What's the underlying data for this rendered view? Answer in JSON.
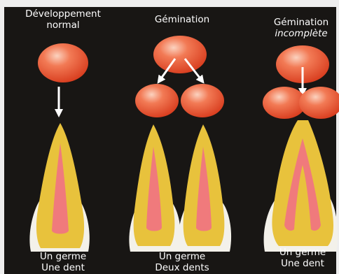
{
  "columns": [
    {
      "title_line1": "Développement",
      "title_line2": "normal",
      "caption_line1": "Un germe",
      "caption_line2": "Une dent"
    },
    {
      "title_line1": "Gémination",
      "title_line2": "",
      "caption_line1": "Un germe",
      "caption_line2": "Deux dents"
    },
    {
      "title_line1": "Gémination",
      "title_line2": "incomplète",
      "caption_line1": "Un germe",
      "caption_line2": "Une dent"
    }
  ],
  "colors": {
    "background": "#181614",
    "germ": "#e5451c",
    "enamel": "#f3f1ea",
    "dentin": "#e8c23c",
    "pulp": "#f07a7c",
    "arrow": "#ffffff",
    "text": "#ffffff"
  }
}
